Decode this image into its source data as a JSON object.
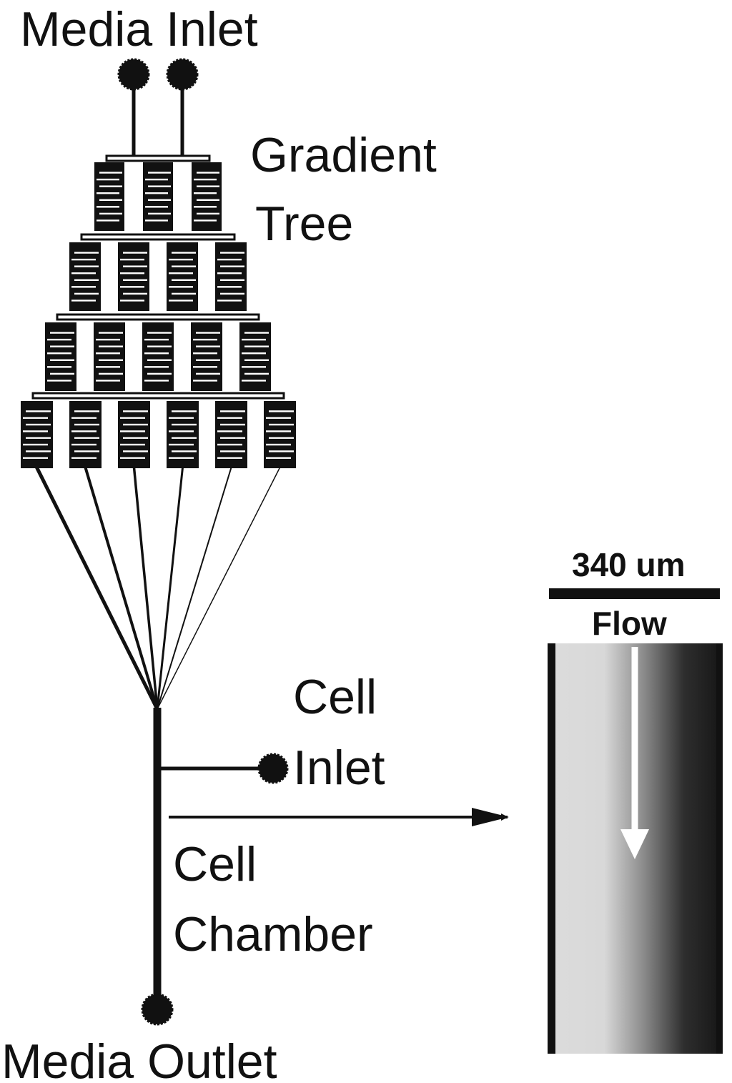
{
  "labels": {
    "media_inlet": "Media Inlet",
    "gradient_tree_line1": "Gradient",
    "gradient_tree_line2": "Tree",
    "cell_inlet_line1": "Cell",
    "cell_inlet_line2": "Inlet",
    "cell_chamber_line1": "Cell",
    "cell_chamber_line2": "Chamber",
    "media_outlet": "Media Outlet",
    "scale_bar": "340 um",
    "flow": "Flow"
  },
  "colors": {
    "ink": "#111111",
    "gradient_light": "#dcdcdc",
    "gradient_dark": "#1a1a1a",
    "flow_arrow": "#ffffff"
  },
  "tree": {
    "stage_mixer_counts": [
      3,
      4,
      5,
      6
    ],
    "outlet_channels": 6,
    "media_inlets": 2
  }
}
